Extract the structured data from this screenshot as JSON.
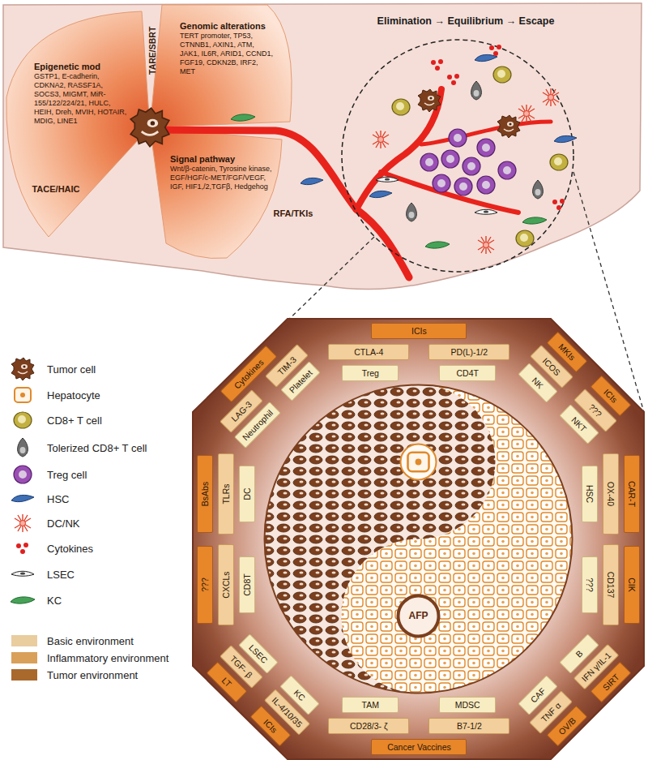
{
  "diagram": {
    "nodes": [
      {
        "text": [
          "Genomic alterations",
          "TERT promoter, TP53, CTNNB1, AXIN1, ATM, JAK1, IL6R, ARID1, CCND1, FGF19, CDKN2B, IRF2, MET"
        ]
      },
      {
        "text": [
          "Epigenetic mod",
          "GSTP1, E-cadherin, CDKNA2, RASSF1A, SOCS3, MIGMT, MiR-155/122/224/21, HULC, HEIH, Dreh, MVIH, HOTAIR, MDIG, LINE1"
        ]
      },
      {
        "text": [
          "Signal pathway",
          "Wnt/β-catenin, Tyrosine kinase, EGF/HGF/c-MET/FGF/VEGF, IGF, HIF1,/2,TGFβ, Hedgehog"
        ]
      },
      {
        "text": [
          "ICIs"
        ]
      },
      {
        "text": [
          "CTLA-4"
        ]
      },
      {
        "text": [
          "PD(L)-1/2"
        ]
      },
      {
        "text": [
          "Treg"
        ]
      },
      {
        "text": [
          "CD4T"
        ]
      },
      {
        "text": [
          "MKIs"
        ]
      },
      {
        "text": [
          "ICIs"
        ]
      },
      {
        "text": [
          "ICOS"
        ]
      },
      {
        "text": [
          "???"
        ]
      },
      {
        "text": [
          "NK"
        ]
      },
      {
        "text": [
          "NKT"
        ]
      },
      {
        "text": [
          "CAR-T"
        ]
      },
      {
        "text": [
          "CIK"
        ]
      },
      {
        "text": [
          "OX-40"
        ]
      },
      {
        "text": [
          "CD137"
        ]
      },
      {
        "text": [
          "HSC"
        ]
      },
      {
        "text": [
          "???"
        ]
      },
      {
        "text": [
          "SIRT"
        ]
      },
      {
        "text": [
          "OV/B"
        ]
      },
      {
        "text": [
          "IFN γ/IL-1"
        ]
      },
      {
        "text": [
          "TNF α"
        ]
      },
      {
        "text": [
          "B"
        ]
      },
      {
        "text": [
          "CAF"
        ]
      },
      {
        "text": [
          "Cancer Vaccines"
        ]
      },
      {
        "text": [
          "B7-1/2"
        ]
      },
      {
        "text": [
          "CD28/3- ζ"
        ]
      },
      {
        "text": [
          "MDSC"
        ]
      },
      {
        "text": [
          "TAM"
        ]
      },
      {
        "text": [
          "ICIs"
        ]
      },
      {
        "text": [
          "LT"
        ]
      },
      {
        "text": [
          "IL-4/10/35"
        ]
      },
      {
        "text": [
          "TGF- β"
        ]
      },
      {
        "text": [
          "KC"
        ]
      },
      {
        "text": [
          "LSEC"
        ]
      },
      {
        "text": [
          "???"
        ]
      },
      {
        "text": [
          "BsAbs"
        ]
      },
      {
        "text": [
          "CXCLs"
        ]
      },
      {
        "text": [
          "TLRs"
        ]
      },
      {
        "text": [
          "CD8T"
        ]
      },
      {
        "text": [
          "DC"
        ]
      },
      {
        "text": [
          "Cytokines"
        ]
      },
      {
        "text": [
          "LAG-3"
        ]
      },
      {
        "text": [
          "TIM-3"
        ]
      },
      {
        "text": [
          "Neutrophil"
        ]
      },
      {
        "text": [
          "Platelet"
        ]
      }
    ],
    "labels": [
      "TARE/SBRT",
      "Elimination → Equilibrium → Escape",
      "TACE/HAIC",
      "RFA/TKIs",
      "AFP"
    ],
    "legend": [
      {
        "text": "Tumor cell"
      },
      {
        "text": "Hepatocyte"
      },
      {
        "text": "CD8+ T cell"
      },
      {
        "text": "Tolerized CD8+ T cell"
      },
      {
        "text": "Treg cell"
      },
      {
        "text": "HSC"
      },
      {
        "text": "DC/NK"
      },
      {
        "text": "Cytokines"
      },
      {
        "text": "LSEC"
      },
      {
        "text": "KC"
      },
      {
        "text": "Basic environment",
        "color": "#e9cd9f"
      },
      {
        "text": "Inflammatory environment",
        "color": "#d9a05a"
      },
      {
        "text": "Tumor environment",
        "color": "#a9692d"
      }
    ]
  }
}
